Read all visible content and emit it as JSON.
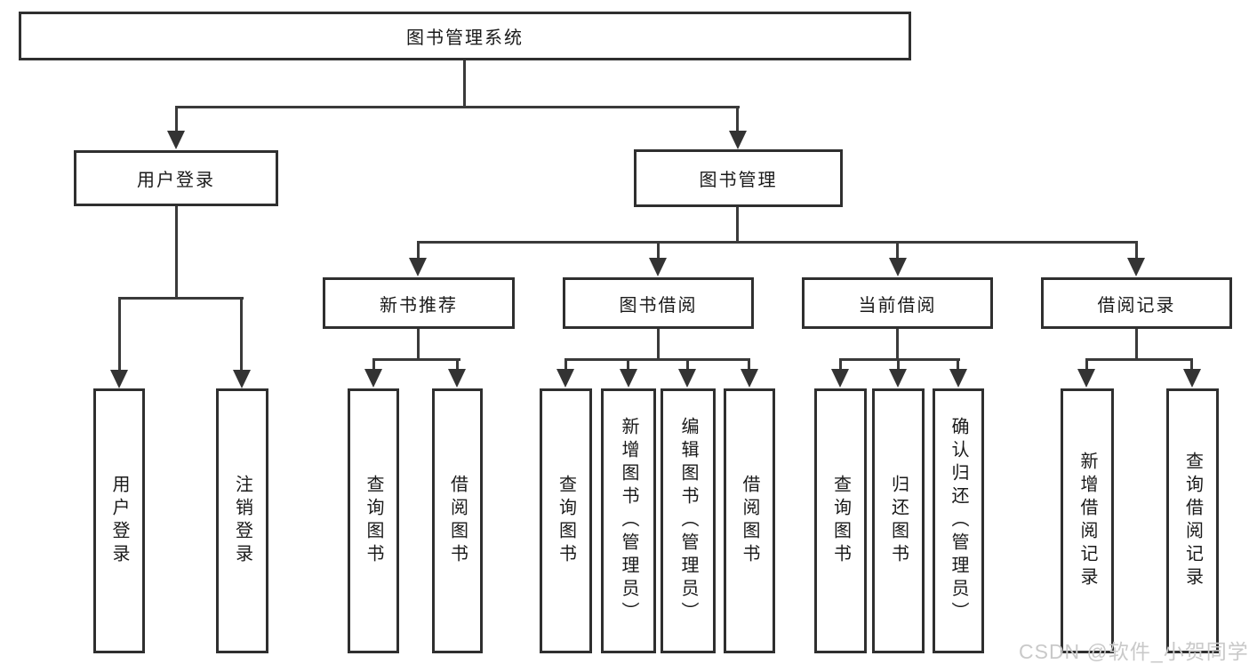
{
  "tree": {
    "label": "图书管理系统",
    "children": [
      {
        "label": "用户登录",
        "children": [
          {
            "label": "用户登录"
          },
          {
            "label": "注销登录"
          }
        ]
      },
      {
        "label": "图书管理",
        "children": [
          {
            "label": "新书推荐",
            "children": [
              {
                "label": "查询图书"
              },
              {
                "label": "借阅图书"
              }
            ]
          },
          {
            "label": "图书借阅",
            "children": [
              {
                "label": "查询图书"
              },
              {
                "label": "新增图书（管理员）"
              },
              {
                "label": "编辑图书（管理员）"
              },
              {
                "label": "借阅图书"
              }
            ]
          },
          {
            "label": "当前借阅",
            "children": [
              {
                "label": "查询图书"
              },
              {
                "label": "归还图书"
              },
              {
                "label": "确认归还（管理员）"
              }
            ]
          },
          {
            "label": "借阅记录",
            "children": [
              {
                "label": "新增借阅记录"
              },
              {
                "label": "查询借阅记录"
              }
            ]
          }
        ]
      }
    ]
  },
  "watermark": {
    "text": "CSDN @软件_小贺同学"
  },
  "colors": {
    "line": "#3a3a3a",
    "box_border": "#2f2f2f",
    "text": "#1a1a1a",
    "background": "#ffffff",
    "watermark": "#c9c9c9"
  }
}
